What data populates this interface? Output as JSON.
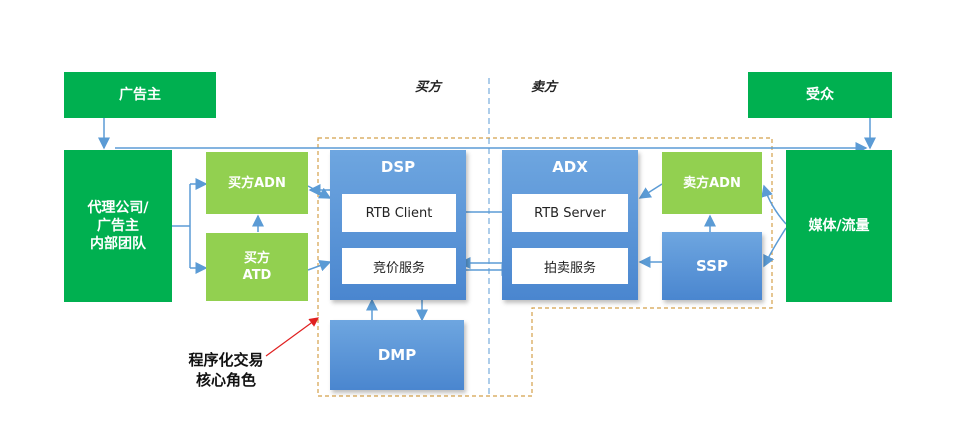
{
  "labels": {
    "buyer": "买方",
    "seller": "卖方"
  },
  "nodes": {
    "advertiser": "广告主",
    "audience": "受众",
    "agency": "代理公司/\n广告主\n内部团队",
    "buyer_adn": "买方ADN",
    "buyer_atd": "买方\nATD",
    "dsp": "DSP",
    "rtb_client": "RTB Client",
    "bidding_service": "竞价服务",
    "dmp": "DMP",
    "adx": "ADX",
    "rtb_server": "RTB Server",
    "auction_service": "拍卖服务",
    "seller_adn": "卖方ADN",
    "ssp": "SSP",
    "media": "媒体/流量"
  },
  "annotation": "程序化交易\n核心角色",
  "colors": {
    "dark_green": "#00B050",
    "light_green": "#92D050",
    "blue": "#5B9BD5",
    "arrow": "#5B9BD5",
    "dashed_border": "#D4A04A",
    "pointer": "#E02020"
  }
}
